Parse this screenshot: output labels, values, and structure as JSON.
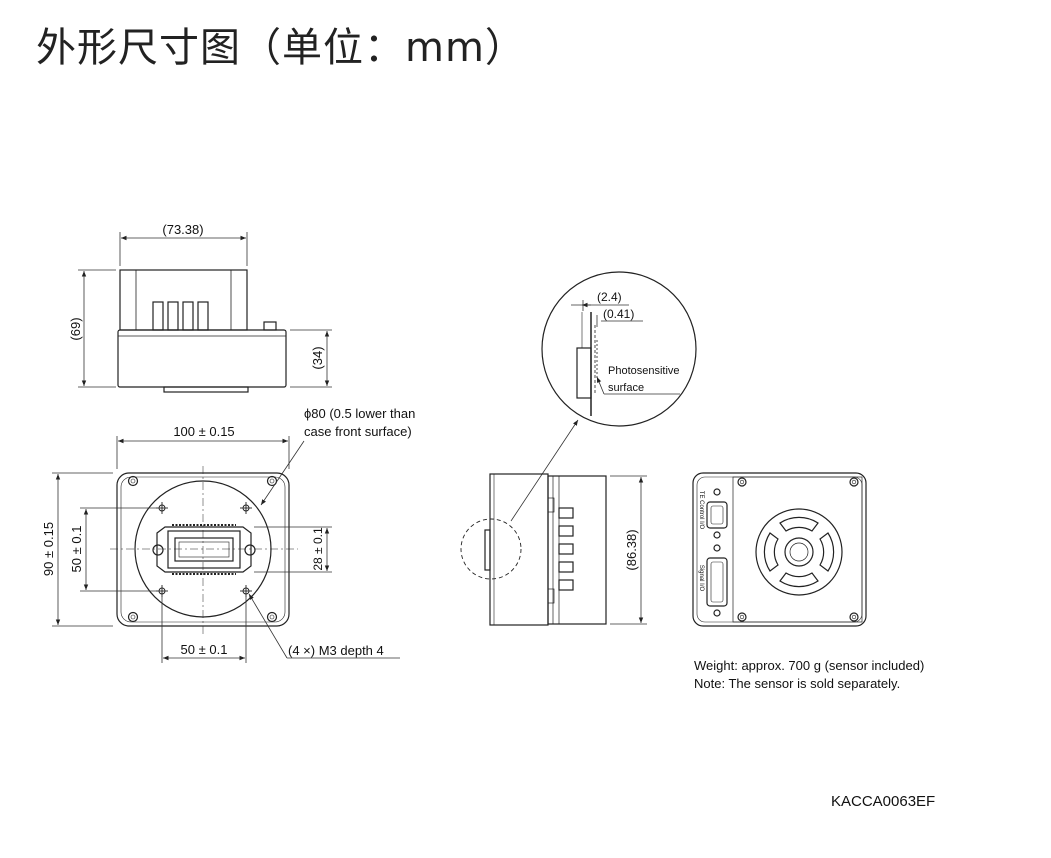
{
  "title": "外形尺寸图（单位：mm）",
  "top_view": {
    "width_dim": "(73.38)",
    "height_dim": "(69)",
    "body_dim": "(34)"
  },
  "front_view": {
    "width_dim": "100 ± 0.15",
    "height_dim": "90 ± 0.15",
    "inner_height_dim": "50 ± 0.1",
    "inner_width_dim": "50 ± 0.1",
    "sensor_dim": "28 ± 0.1",
    "phi_note_line1": "ϕ80 (0.5 lower than",
    "phi_note_line2": "case front surface)",
    "screw_note": "(4 ×) M3 depth 4"
  },
  "detail_view": {
    "dim_a": "(2.4)",
    "dim_b": "(0.41)",
    "label_line1": "Photosensitive",
    "label_line2": "surface"
  },
  "side_view": {
    "height_dim": "(86.38)"
  },
  "rear_view": {
    "connector_label_1": "TE Control I/O",
    "connector_label_2": "Signal I/O"
  },
  "notes": {
    "weight": "Weight: approx. 700 g (sensor included)",
    "sensor": "Note: The sensor is sold separately."
  },
  "doc_code": "KACCA0063EF"
}
